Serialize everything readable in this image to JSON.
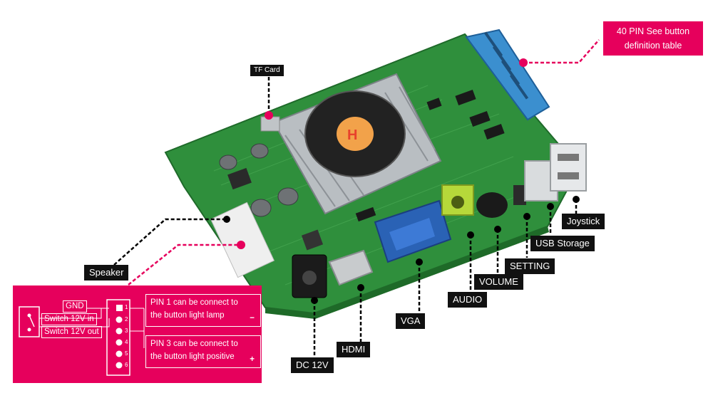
{
  "labels": {
    "tf_card": "TF Card",
    "speaker": "Speaker",
    "dc12v": "DC 12V",
    "hdmi": "HDMI",
    "vga": "VGA",
    "audio": "AUDIO",
    "volume": "VOLUME",
    "setting": "SETTING",
    "usb_storage": "USB Storage",
    "joystick": "Joystick"
  },
  "forty_pin": {
    "line1": "40 PIN  See button",
    "line2": "definition table"
  },
  "pin_panel": {
    "gnd": "GND",
    "switch_in": "Switch 12V in",
    "switch_out": "Switch 12V out",
    "pin_numbers": [
      "1",
      "2",
      "3",
      "4",
      "5",
      "6"
    ],
    "note1_line1": "PIN 1 can be connect to",
    "note1_line2": "the button light lamp",
    "note1_symbol": "−",
    "note2_line1": "PIN 3 can be connect to",
    "note2_line2": "the button light positive",
    "note2_symbol": "+"
  },
  "colors": {
    "pcb": "#2e8b3a",
    "accent": "#e6005c",
    "label_bg": "#111111"
  }
}
